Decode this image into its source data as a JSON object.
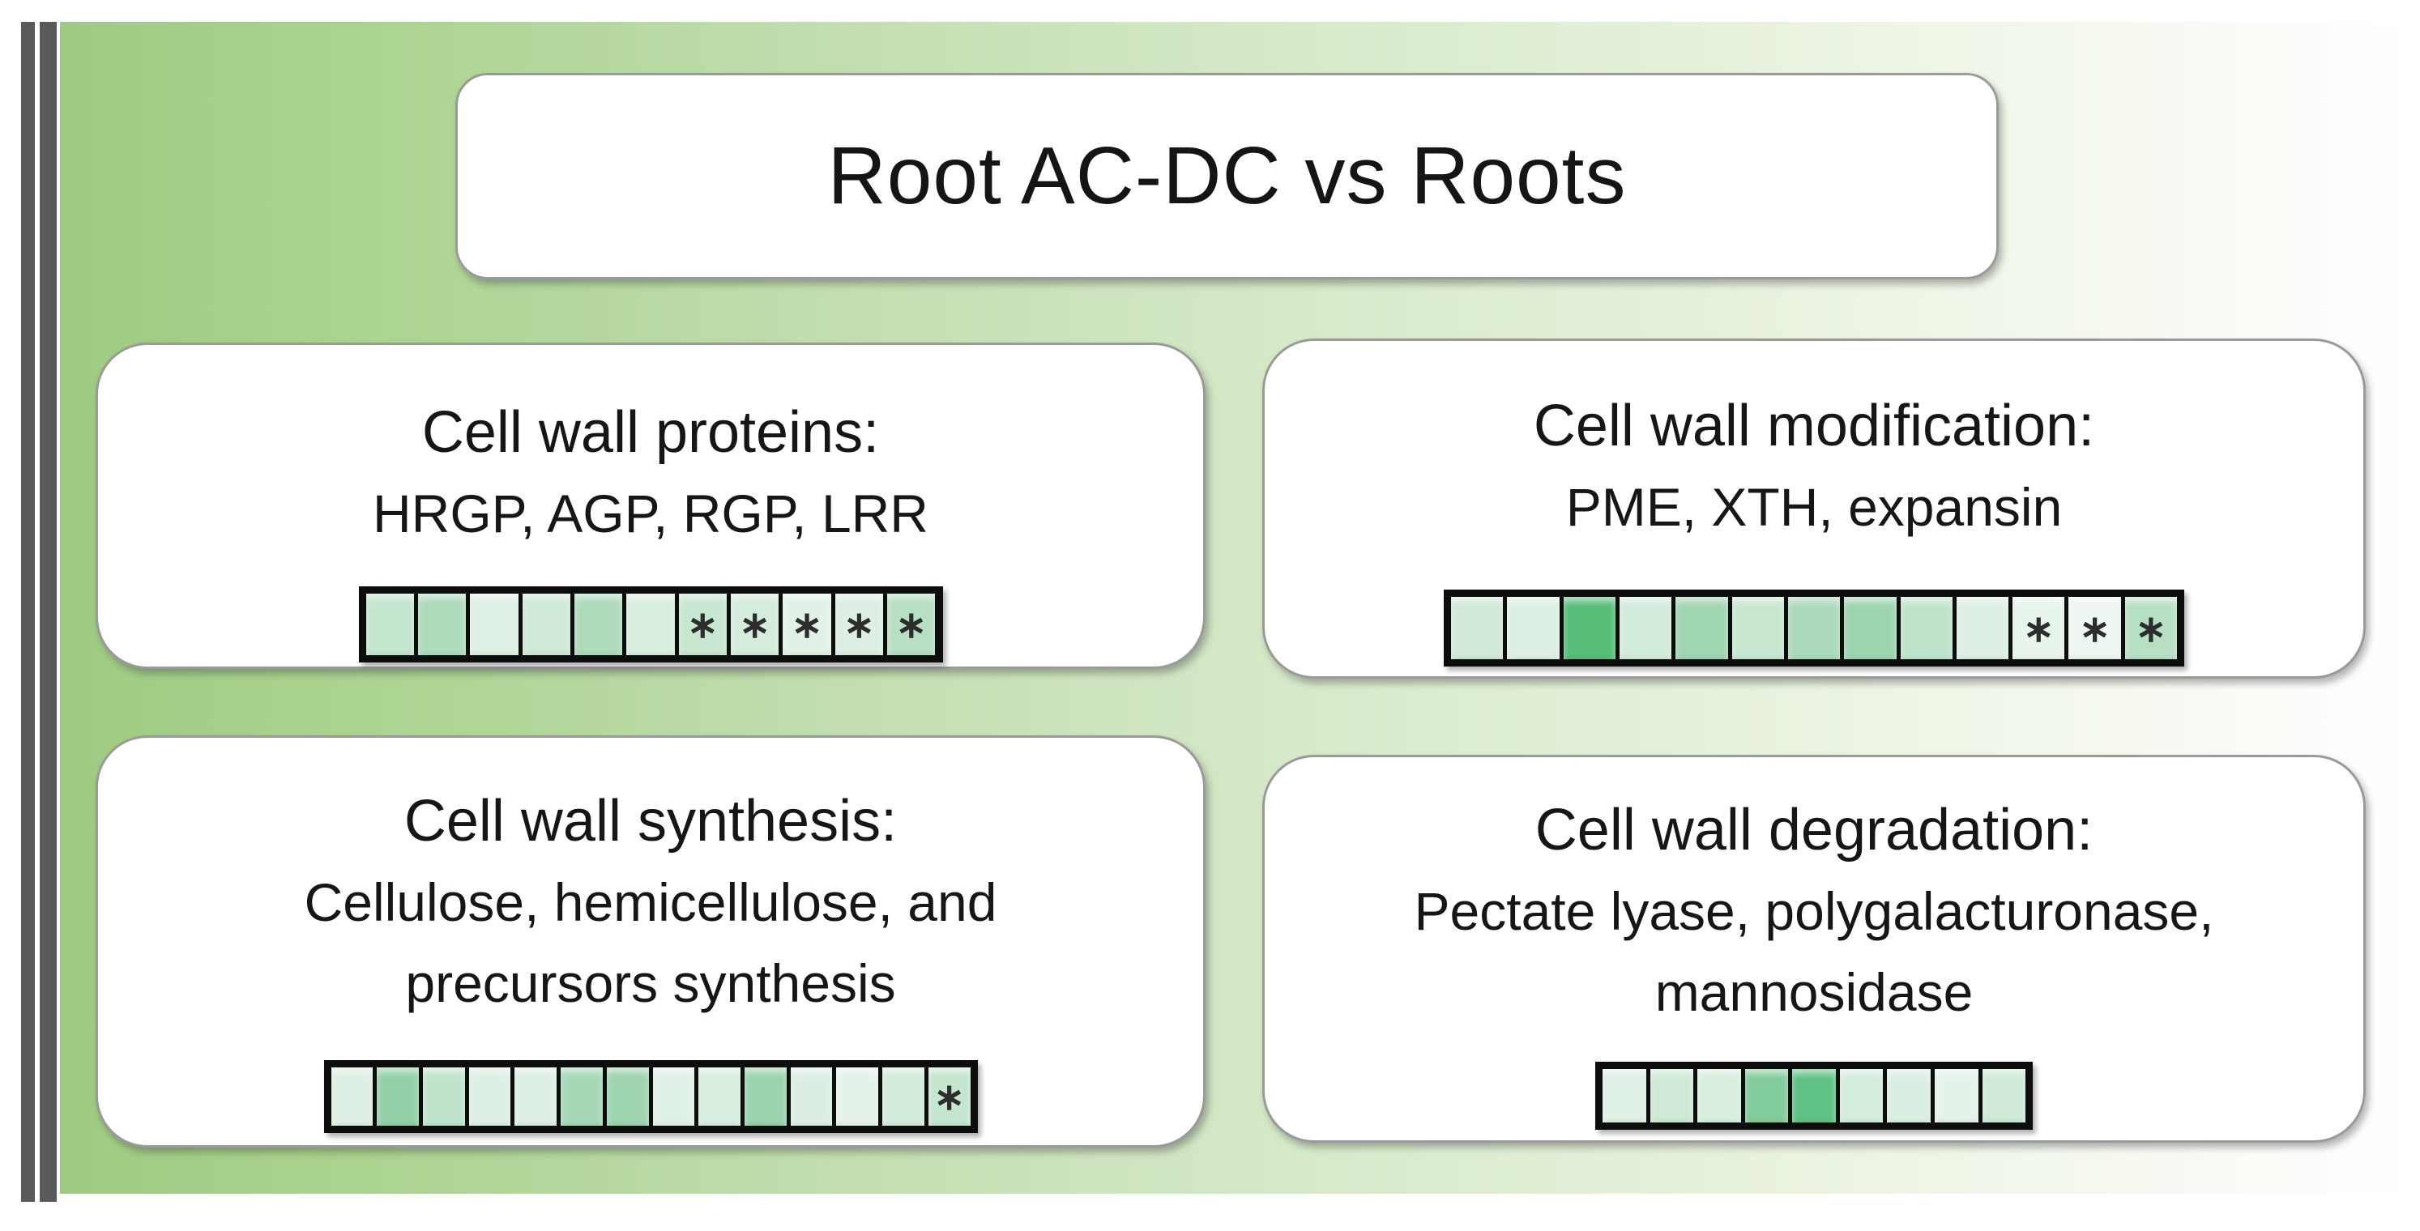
{
  "title": {
    "text": "Root AC-DC vs Roots"
  },
  "asterisk_glyph": "∗",
  "colors": {
    "background_gradient_start": "#9ecb81",
    "background_gradient_end": "#ffffff",
    "side_bar": "#58595b",
    "panel_border": "#9a9a9a",
    "heatmap_frame": "#0d0d0d",
    "heatmap_scale_low": "#edf6f0",
    "heatmap_scale_high": "#57bd79"
  },
  "boxes": [
    {
      "heading": "Cell wall proteins:",
      "lines": [
        "HRGP, AGP, RGP, LRR"
      ],
      "heatmap": {
        "cells": [
          {
            "color": "#c5e6cf",
            "asterisk": false
          },
          {
            "color": "#addcbc",
            "asterisk": false
          },
          {
            "color": "#dff0e4",
            "asterisk": false
          },
          {
            "color": "#cfe9d7",
            "asterisk": false
          },
          {
            "color": "#aedbbc",
            "asterisk": false
          },
          {
            "color": "#d8eedf",
            "asterisk": false
          },
          {
            "color": "#c8e7d1",
            "asterisk": true
          },
          {
            "color": "#d4ecdb",
            "asterisk": true
          },
          {
            "color": "#e2f1e6",
            "asterisk": true
          },
          {
            "color": "#dcefe2",
            "asterisk": true
          },
          {
            "color": "#b7dfc3",
            "asterisk": true
          }
        ]
      }
    },
    {
      "heading": "Cell wall modification:",
      "lines": [
        "PME, XTH, expansin"
      ],
      "heatmap": {
        "cells": [
          {
            "color": "#cfe9d6",
            "asterisk": false
          },
          {
            "color": "#def0e3",
            "asterisk": false
          },
          {
            "color": "#57bd79",
            "asterisk": false
          },
          {
            "color": "#d2ebd9",
            "asterisk": false
          },
          {
            "color": "#a0d5b2",
            "asterisk": false
          },
          {
            "color": "#c8e7d1",
            "asterisk": false
          },
          {
            "color": "#aadabb",
            "asterisk": false
          },
          {
            "color": "#9dd4b0",
            "asterisk": false
          },
          {
            "color": "#c0e4cb",
            "asterisk": false
          },
          {
            "color": "#def0e4",
            "asterisk": false
          },
          {
            "color": "#e7f4ea",
            "asterisk": true
          },
          {
            "color": "#edf6f0",
            "asterisk": true
          },
          {
            "color": "#b7dfc4",
            "asterisk": true
          }
        ]
      }
    },
    {
      "heading": "Cell wall synthesis:",
      "lines": [
        "Cellulose, hemicellulose, and",
        "precursors synthesis"
      ],
      "heatmap": {
        "cells": [
          {
            "color": "#def0e3",
            "asterisk": false
          },
          {
            "color": "#92d1a7",
            "asterisk": false
          },
          {
            "color": "#c0e4cb",
            "asterisk": false
          },
          {
            "color": "#def0e3",
            "asterisk": false
          },
          {
            "color": "#dcefe2",
            "asterisk": false
          },
          {
            "color": "#a6d8b7",
            "asterisk": false
          },
          {
            "color": "#9ed4b0",
            "asterisk": false
          },
          {
            "color": "#e0f1e5",
            "asterisk": false
          },
          {
            "color": "#d7edde",
            "asterisk": false
          },
          {
            "color": "#9ad3ad",
            "asterisk": false
          },
          {
            "color": "#dceee2",
            "asterisk": false
          },
          {
            "color": "#e4f2e8",
            "asterisk": false
          },
          {
            "color": "#d3ebda",
            "asterisk": false
          },
          {
            "color": "#c5e6cf",
            "asterisk": true
          }
        ]
      }
    },
    {
      "heading": "Cell wall degradation:",
      "lines": [
        "Pectate lyase, polygalacturonase,",
        "mannosidase"
      ],
      "heatmap": {
        "cells": [
          {
            "color": "#dff0e5",
            "asterisk": false
          },
          {
            "color": "#cfe9d7",
            "asterisk": false
          },
          {
            "color": "#d8eedf",
            "asterisk": false
          },
          {
            "color": "#82cb9b",
            "asterisk": false
          },
          {
            "color": "#5fc184",
            "asterisk": false
          },
          {
            "color": "#d3ecdb",
            "asterisk": false
          },
          {
            "color": "#dbeee2",
            "asterisk": false
          },
          {
            "color": "#e4f2e9",
            "asterisk": false
          },
          {
            "color": "#cfe9d7",
            "asterisk": false
          }
        ]
      }
    }
  ]
}
